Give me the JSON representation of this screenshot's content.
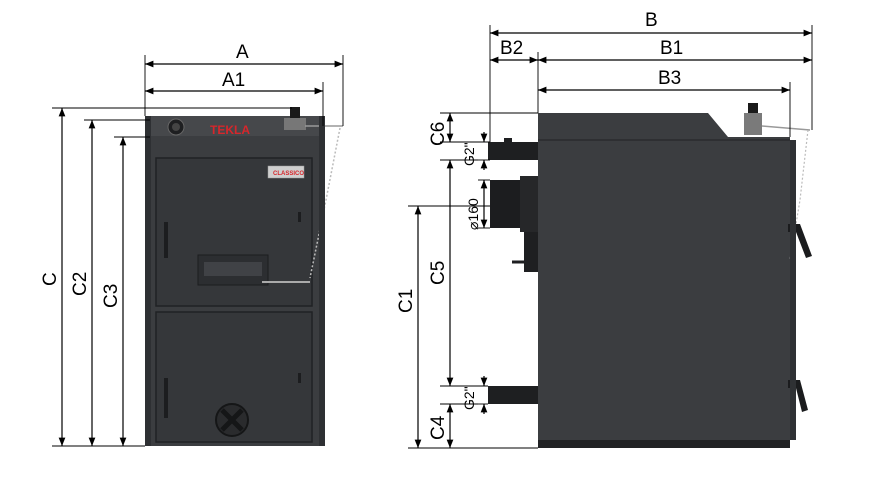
{
  "front_view": {
    "brand": "TEKLA",
    "badge": "CLASSICO",
    "dims": {
      "A": "A",
      "A1": "A1",
      "C": "C",
      "C2": "C2",
      "C3": "C3"
    }
  },
  "side_view": {
    "dims": {
      "B": "B",
      "B1": "B1",
      "B2": "B2",
      "B3": "B3",
      "C1": "C1",
      "C4": "C4",
      "C5": "C5",
      "C6": "C6",
      "G_top": "G2\"",
      "G_bottom": "G2\"",
      "flue": "⌀160"
    }
  },
  "colors": {
    "body": "#3b3d40",
    "body_dark": "#2e3033",
    "brand": "#d7262b",
    "panel_line": "#202224"
  }
}
